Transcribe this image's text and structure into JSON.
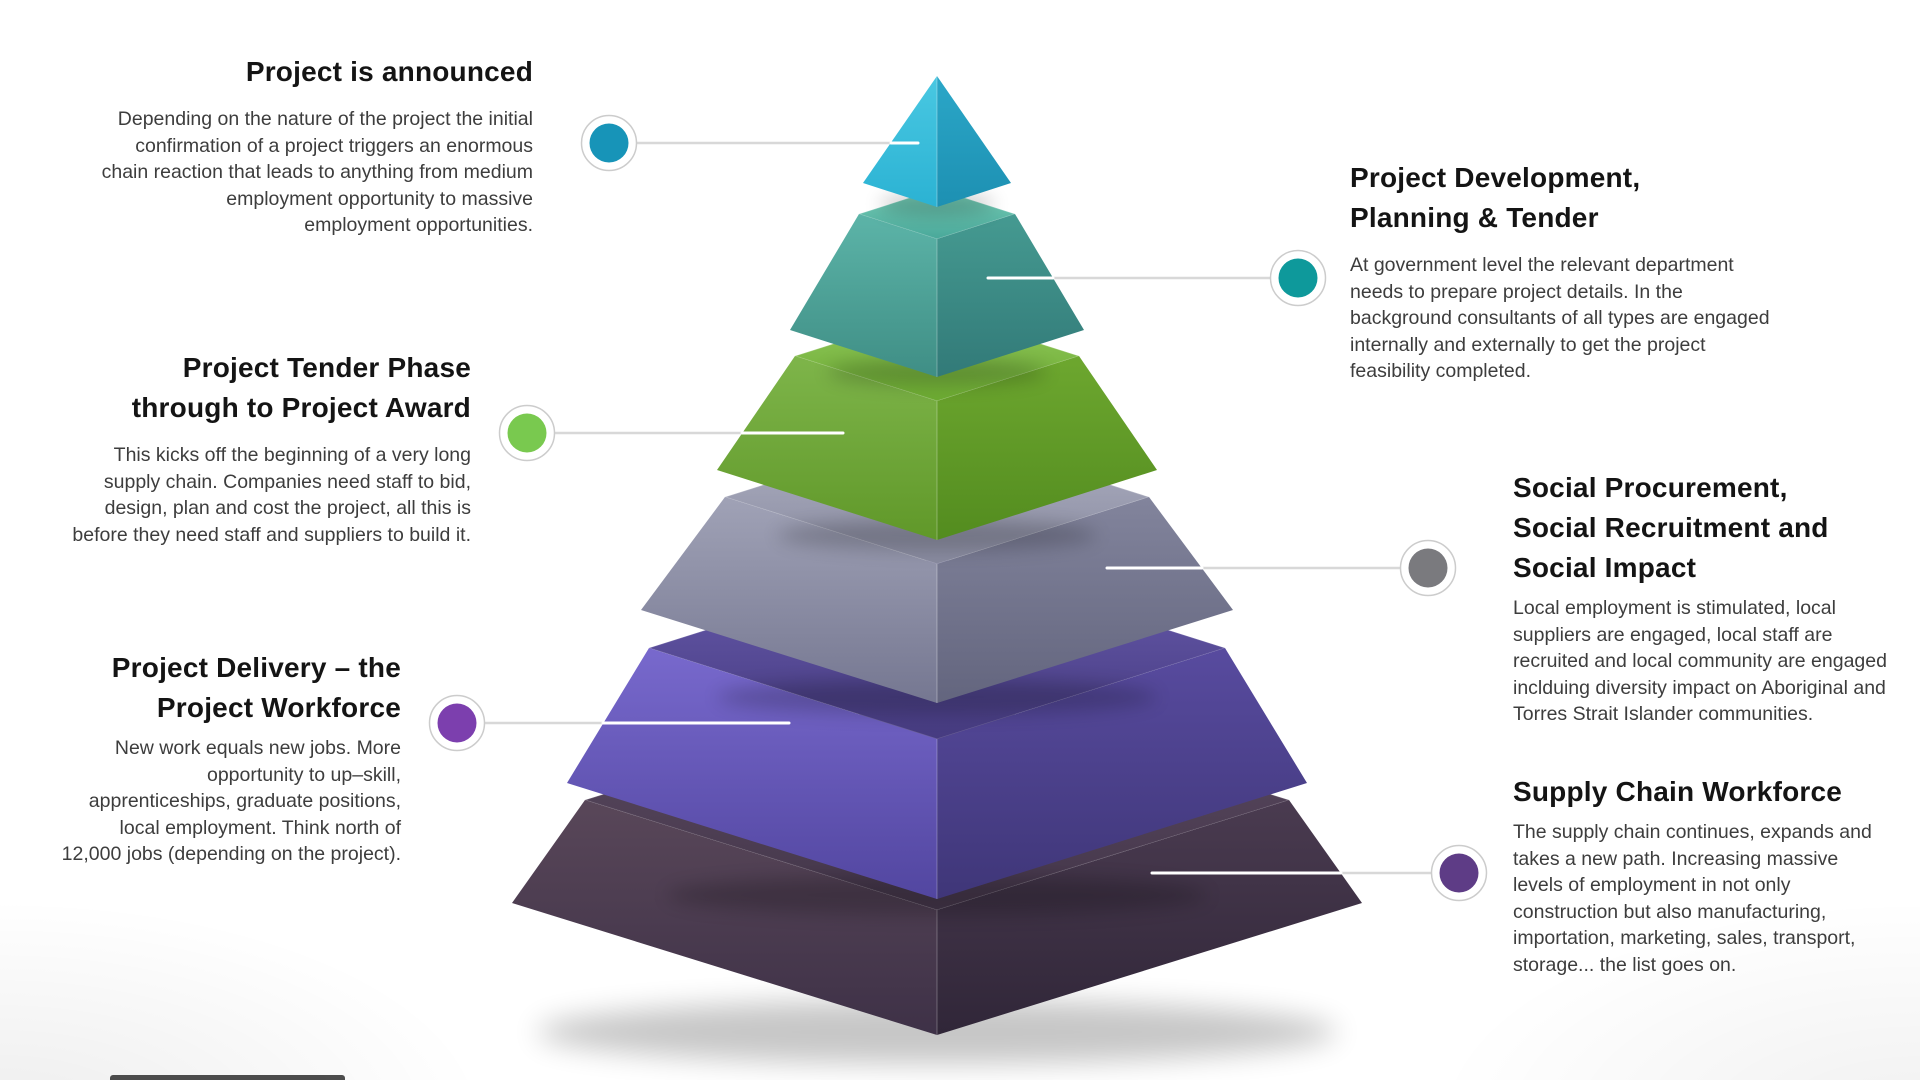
{
  "annotations": {
    "left": [
      {
        "heading": "Project is announced",
        "body": "Depending on the nature of the project the initial\nconfirmation of a project triggers an enormous\nchain reaction that leads to anything from medium\nemployment opportunity to massive\nemployment opportunities."
      },
      {
        "heading": "Project Tender Phase\nthrough to Project Award",
        "body": "This kicks off the beginning of a very long\nsupply chain.  Companies need staff to bid,\ndesign, plan and cost the project, all this is\nbefore they need staff and suppliers to build it."
      },
      {
        "heading": "Project Delivery – the\nProject Workforce",
        "body": "New work equals new jobs. More\nopportunity to up–skill,\napprenticeships, graduate positions,\nlocal employment. Think north of\n12,000 jobs (depending on the project)."
      }
    ],
    "right": [
      {
        "heading": "Project Development,\nPlanning & Tender",
        "body": "At government level the relevant department\nneeds to prepare project details. In the\nbackground consultants of all types are engaged\ninternally and externally to get the project\nfeasibility completed."
      },
      {
        "heading": "Social Procurement,\nSocial Recruitment and\nSocial Impact",
        "body": "Local employment is stimulated, local\nsuppliers are engaged, local staff are\nrecruited and local community are engaged\ninclduing diversity impact on Aboriginal and\nTorres Strait Islander communities."
      },
      {
        "heading": "Supply Chain Workforce",
        "body": "The supply chain continues, expands and\ntakes a new path. Increasing massive\nlevels of employment in not only\nconstruction but also manufacturing,\nimportation, marketing, sales, transport,\nstorage... the list goes on."
      }
    ]
  },
  "pyramid": {
    "levels": [
      {
        "name": "level-1-top",
        "color": "#2fb9d8"
      },
      {
        "name": "level-2",
        "color": "#47a297"
      },
      {
        "name": "level-3",
        "color": "#6fae33"
      },
      {
        "name": "level-4",
        "color": "#8d8fa4"
      },
      {
        "name": "level-5",
        "color": "#5f51ab"
      },
      {
        "name": "level-6-base",
        "color": "#483a50"
      }
    ]
  },
  "dots": [
    {
      "color": "#1794b8"
    },
    {
      "color": "#0e999b"
    },
    {
      "color": "#79c94f"
    },
    {
      "color": "#7a7a7e"
    },
    {
      "color": "#7c3fae"
    },
    {
      "color": "#5e3c86"
    }
  ],
  "connector_color": "#d8d8d8"
}
